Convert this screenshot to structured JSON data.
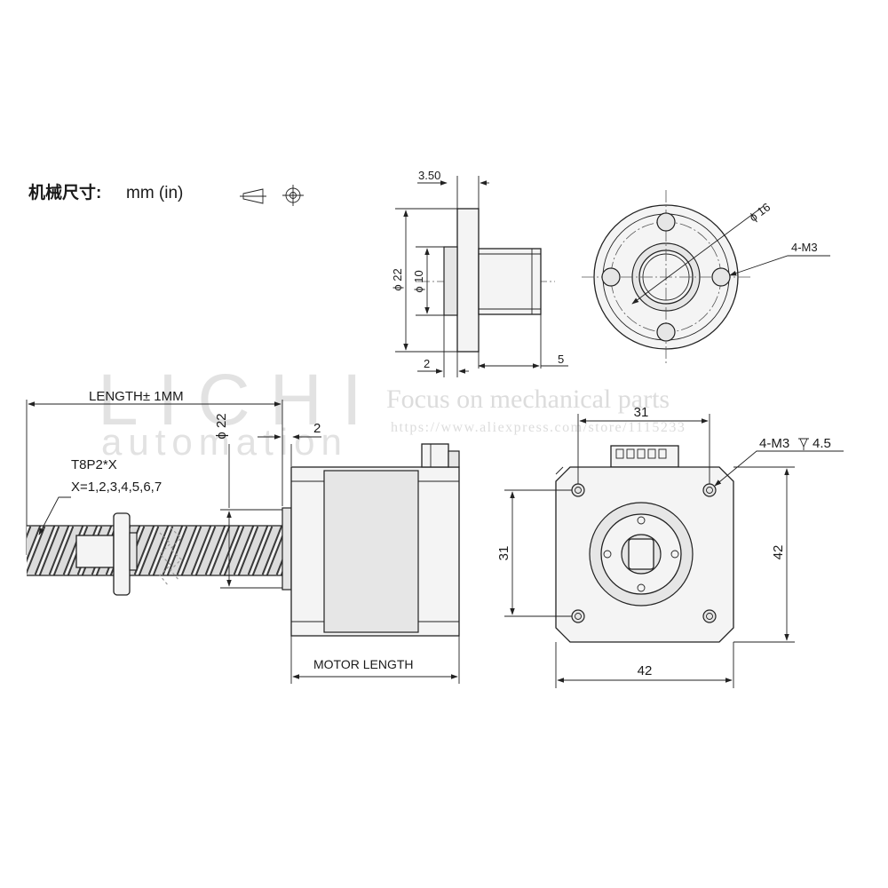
{
  "header": {
    "units_label": "机械尺寸:",
    "units_value": "mm  (in)"
  },
  "watermark": {
    "brand": "LICHI",
    "brand_sub": "automation",
    "tagline": "Focus on mechanical parts",
    "url": "https://www.aliexpress.com/store/1115233"
  },
  "nut_detail": {
    "dim_flange_thickness": "3.50",
    "dim_flange_diameter": "ϕ 22",
    "dim_body_diameter": "ϕ 10",
    "dim_step": "2",
    "dim_tail": "5",
    "dim_bolt_circle": "ϕ 16",
    "dim_holes": "4-M3"
  },
  "side_view": {
    "length_label": "LENGTH± 1MM",
    "dim_pilot_diameter": "ϕ 22",
    "dim_pilot_height": "2",
    "screw_label": "T8P2*X",
    "screw_variants": "X=1,2,3,4,5,6,7",
    "motor_length_label": "MOTOR  LENGTH"
  },
  "front_view": {
    "dim_hole_spacing_h": "31",
    "dim_hole_spacing_v": "31",
    "dim_mount_holes": "4-M3",
    "dim_mount_depth": "4.5",
    "dim_width": "42",
    "dim_height": "42"
  },
  "icons": [
    "first-angle-projection-icon",
    "depth-symbol-icon"
  ]
}
